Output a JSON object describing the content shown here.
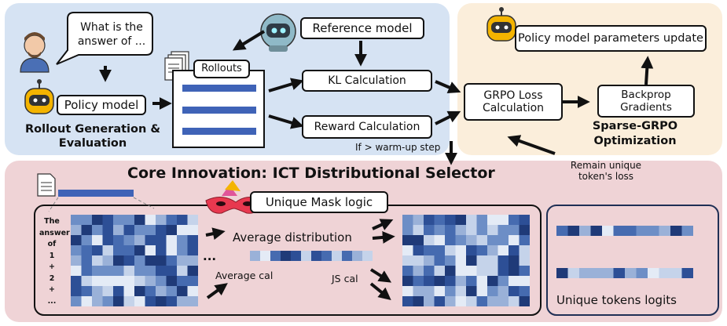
{
  "user_question": "What is the answer of ...",
  "nodes": {
    "policy_model": "Policy model",
    "rollout_caption": "Rollout Generation & Evaluation",
    "reference_model": "Reference model",
    "rollouts": "Rollouts",
    "kl_calc": "KL Calculation",
    "reward_calc": "Reward Calculation",
    "warmup": "If > warm-up step",
    "grpo_loss": "GRPO Loss Calculation",
    "backprop": "Backprop Gradients",
    "param_update": "Policy model parameters update",
    "opt_caption": "Sparse-GRPO Optimization",
    "remain_loss": "Remain unique token's loss"
  },
  "core": {
    "title": "Core Innovation: ICT Distributional Selector",
    "mask_logic": "Unique Mask logic",
    "avg_dist": "Average distribution",
    "avg_cal": "Average cal",
    "js_cal": "JS cal",
    "ellipsis": "...",
    "unique_logits": "Unique tokens logits",
    "tokens": [
      "The",
      "answer",
      "of",
      "1",
      "+",
      "2",
      "+",
      "..."
    ]
  },
  "colors": {
    "blue_bar": "#3f63b7",
    "rollout_bg": "#d6e3f3",
    "opt_bg": "#fbeedb",
    "core_bg": "#efd3d6"
  },
  "icons": [
    "user-avatar-icon",
    "robot-icon",
    "document-icon",
    "mask-icon"
  ]
}
